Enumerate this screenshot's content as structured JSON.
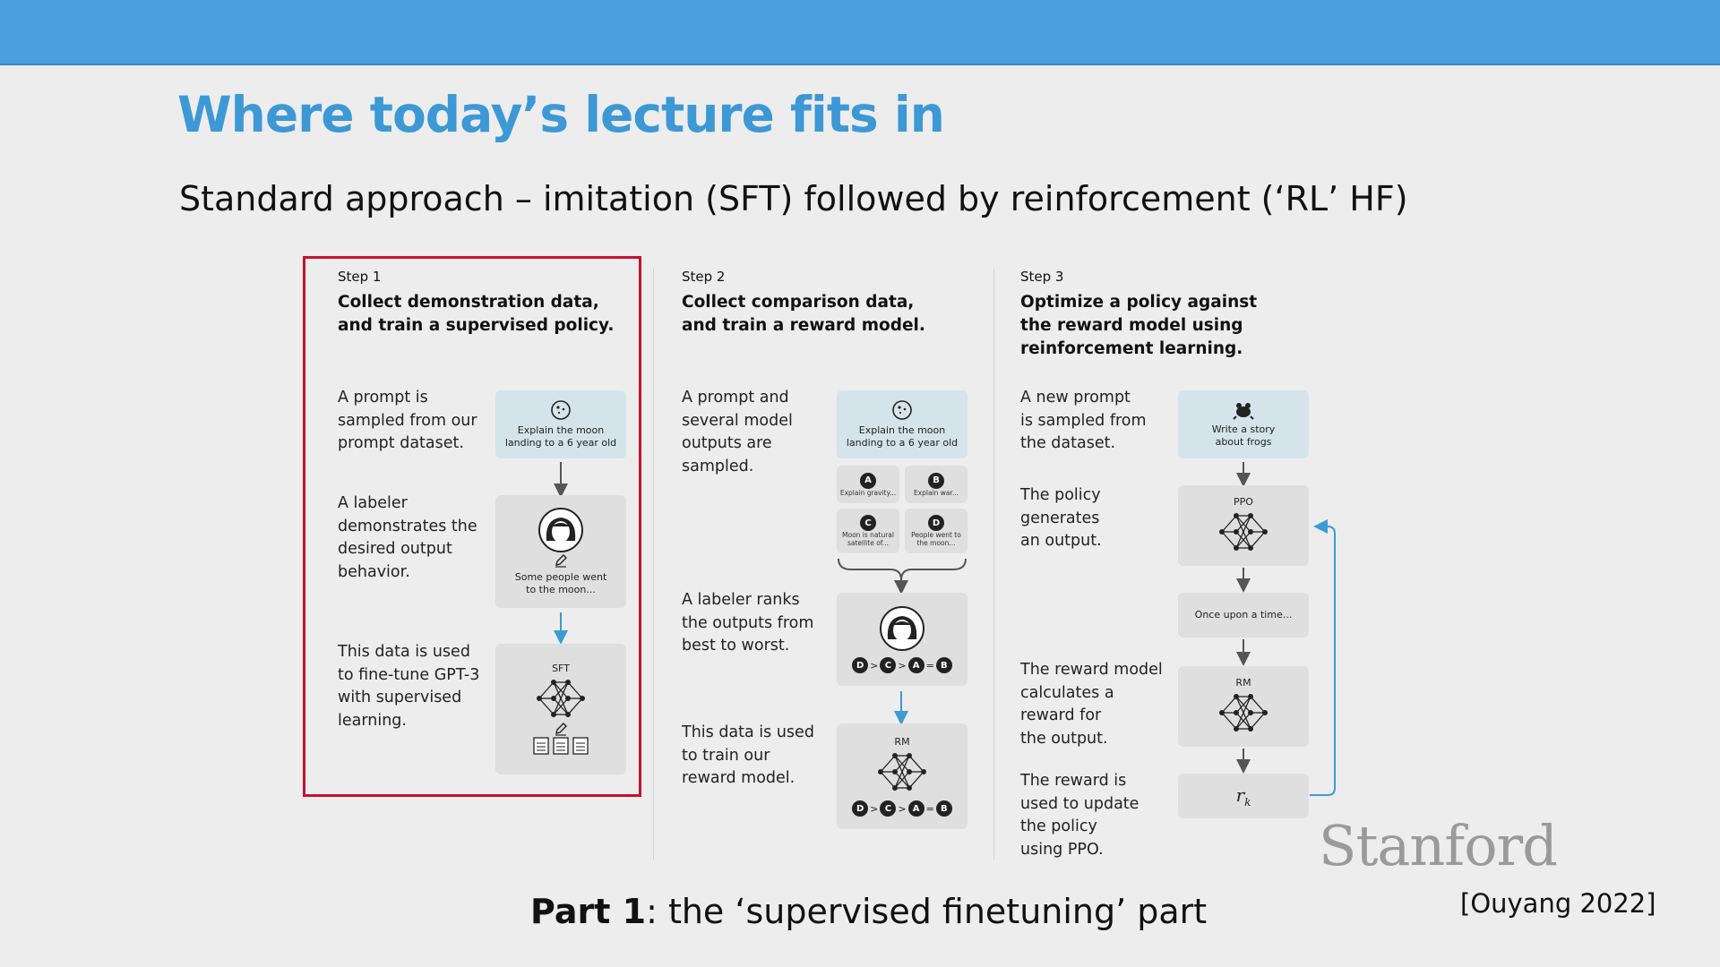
{
  "slide": {
    "title": "Where today’s lecture fits in",
    "subtitle": "Standard approach – imitation (SFT) followed by reinforcement (‘RL’ HF)",
    "part_bold": "Part 1",
    "part_rest": ": the ‘supervised finetuning’ part",
    "logo": "Stanford",
    "citation": "[Ouyang 2022]"
  },
  "colors": {
    "topbar": "#4a9fdc",
    "title": "#3d98d6",
    "highlight_border": "#c8102e",
    "arrow_blue": "#3d9bd0"
  },
  "steps": [
    {
      "head": "Step 1",
      "title_l1": "Collect demonstration data,",
      "title_l2": "and train a supervised policy.",
      "desc1": [
        "A prompt is",
        "sampled from our",
        "prompt dataset."
      ],
      "desc2": [
        "A labeler",
        "demonstrates the",
        "desired output",
        "behavior."
      ],
      "desc3": [
        "This data is used",
        "to fine-tune GPT-3",
        "with supervised",
        "learning."
      ],
      "prompt_box": [
        "Explain the moon",
        "landing to a 6 year old"
      ],
      "labeler_box": [
        "Some people went",
        "to the moon..."
      ],
      "model_label": "SFT"
    },
    {
      "head": "Step 2",
      "title_l1": "Collect comparison data,",
      "title_l2": "and train a reward model.",
      "desc1": [
        "A prompt and",
        "several model",
        "outputs are",
        "sampled."
      ],
      "desc2": [
        "A labeler ranks",
        "the outputs from",
        "best to worst."
      ],
      "desc3": [
        "This data is used",
        "to train our",
        "reward model."
      ],
      "prompt_box": [
        "Explain the moon",
        "landing to a 6 year old"
      ],
      "options": [
        {
          "letter": "A",
          "text": "Explain gravity..."
        },
        {
          "letter": "B",
          "text": "Explain war..."
        },
        {
          "letter": "C",
          "text": "Moon is natural satellite of..."
        },
        {
          "letter": "D",
          "text": "People went to the moon..."
        }
      ],
      "ranking": [
        "D",
        ">",
        "C",
        ">",
        "A",
        "=",
        "B"
      ],
      "model_label": "RM"
    },
    {
      "head": "Step 3",
      "title_l1": "Optimize a policy against",
      "title_l2": "the reward model using",
      "title_l3": "reinforcement learning.",
      "desc1": [
        "A new prompt",
        "is sampled from",
        "the dataset."
      ],
      "desc2": [
        "The policy",
        "generates",
        "an output."
      ],
      "desc3": [
        "The reward model",
        "calculates a",
        "reward for",
        "the output."
      ],
      "desc4": [
        "The reward is",
        "used to update",
        "the policy",
        "using PPO."
      ],
      "prompt_box": [
        "Write a story",
        "about frogs"
      ],
      "policy_label": "PPO",
      "output_text": "Once upon a time...",
      "rm_label": "RM",
      "reward": "r",
      "reward_sub": "k"
    }
  ]
}
